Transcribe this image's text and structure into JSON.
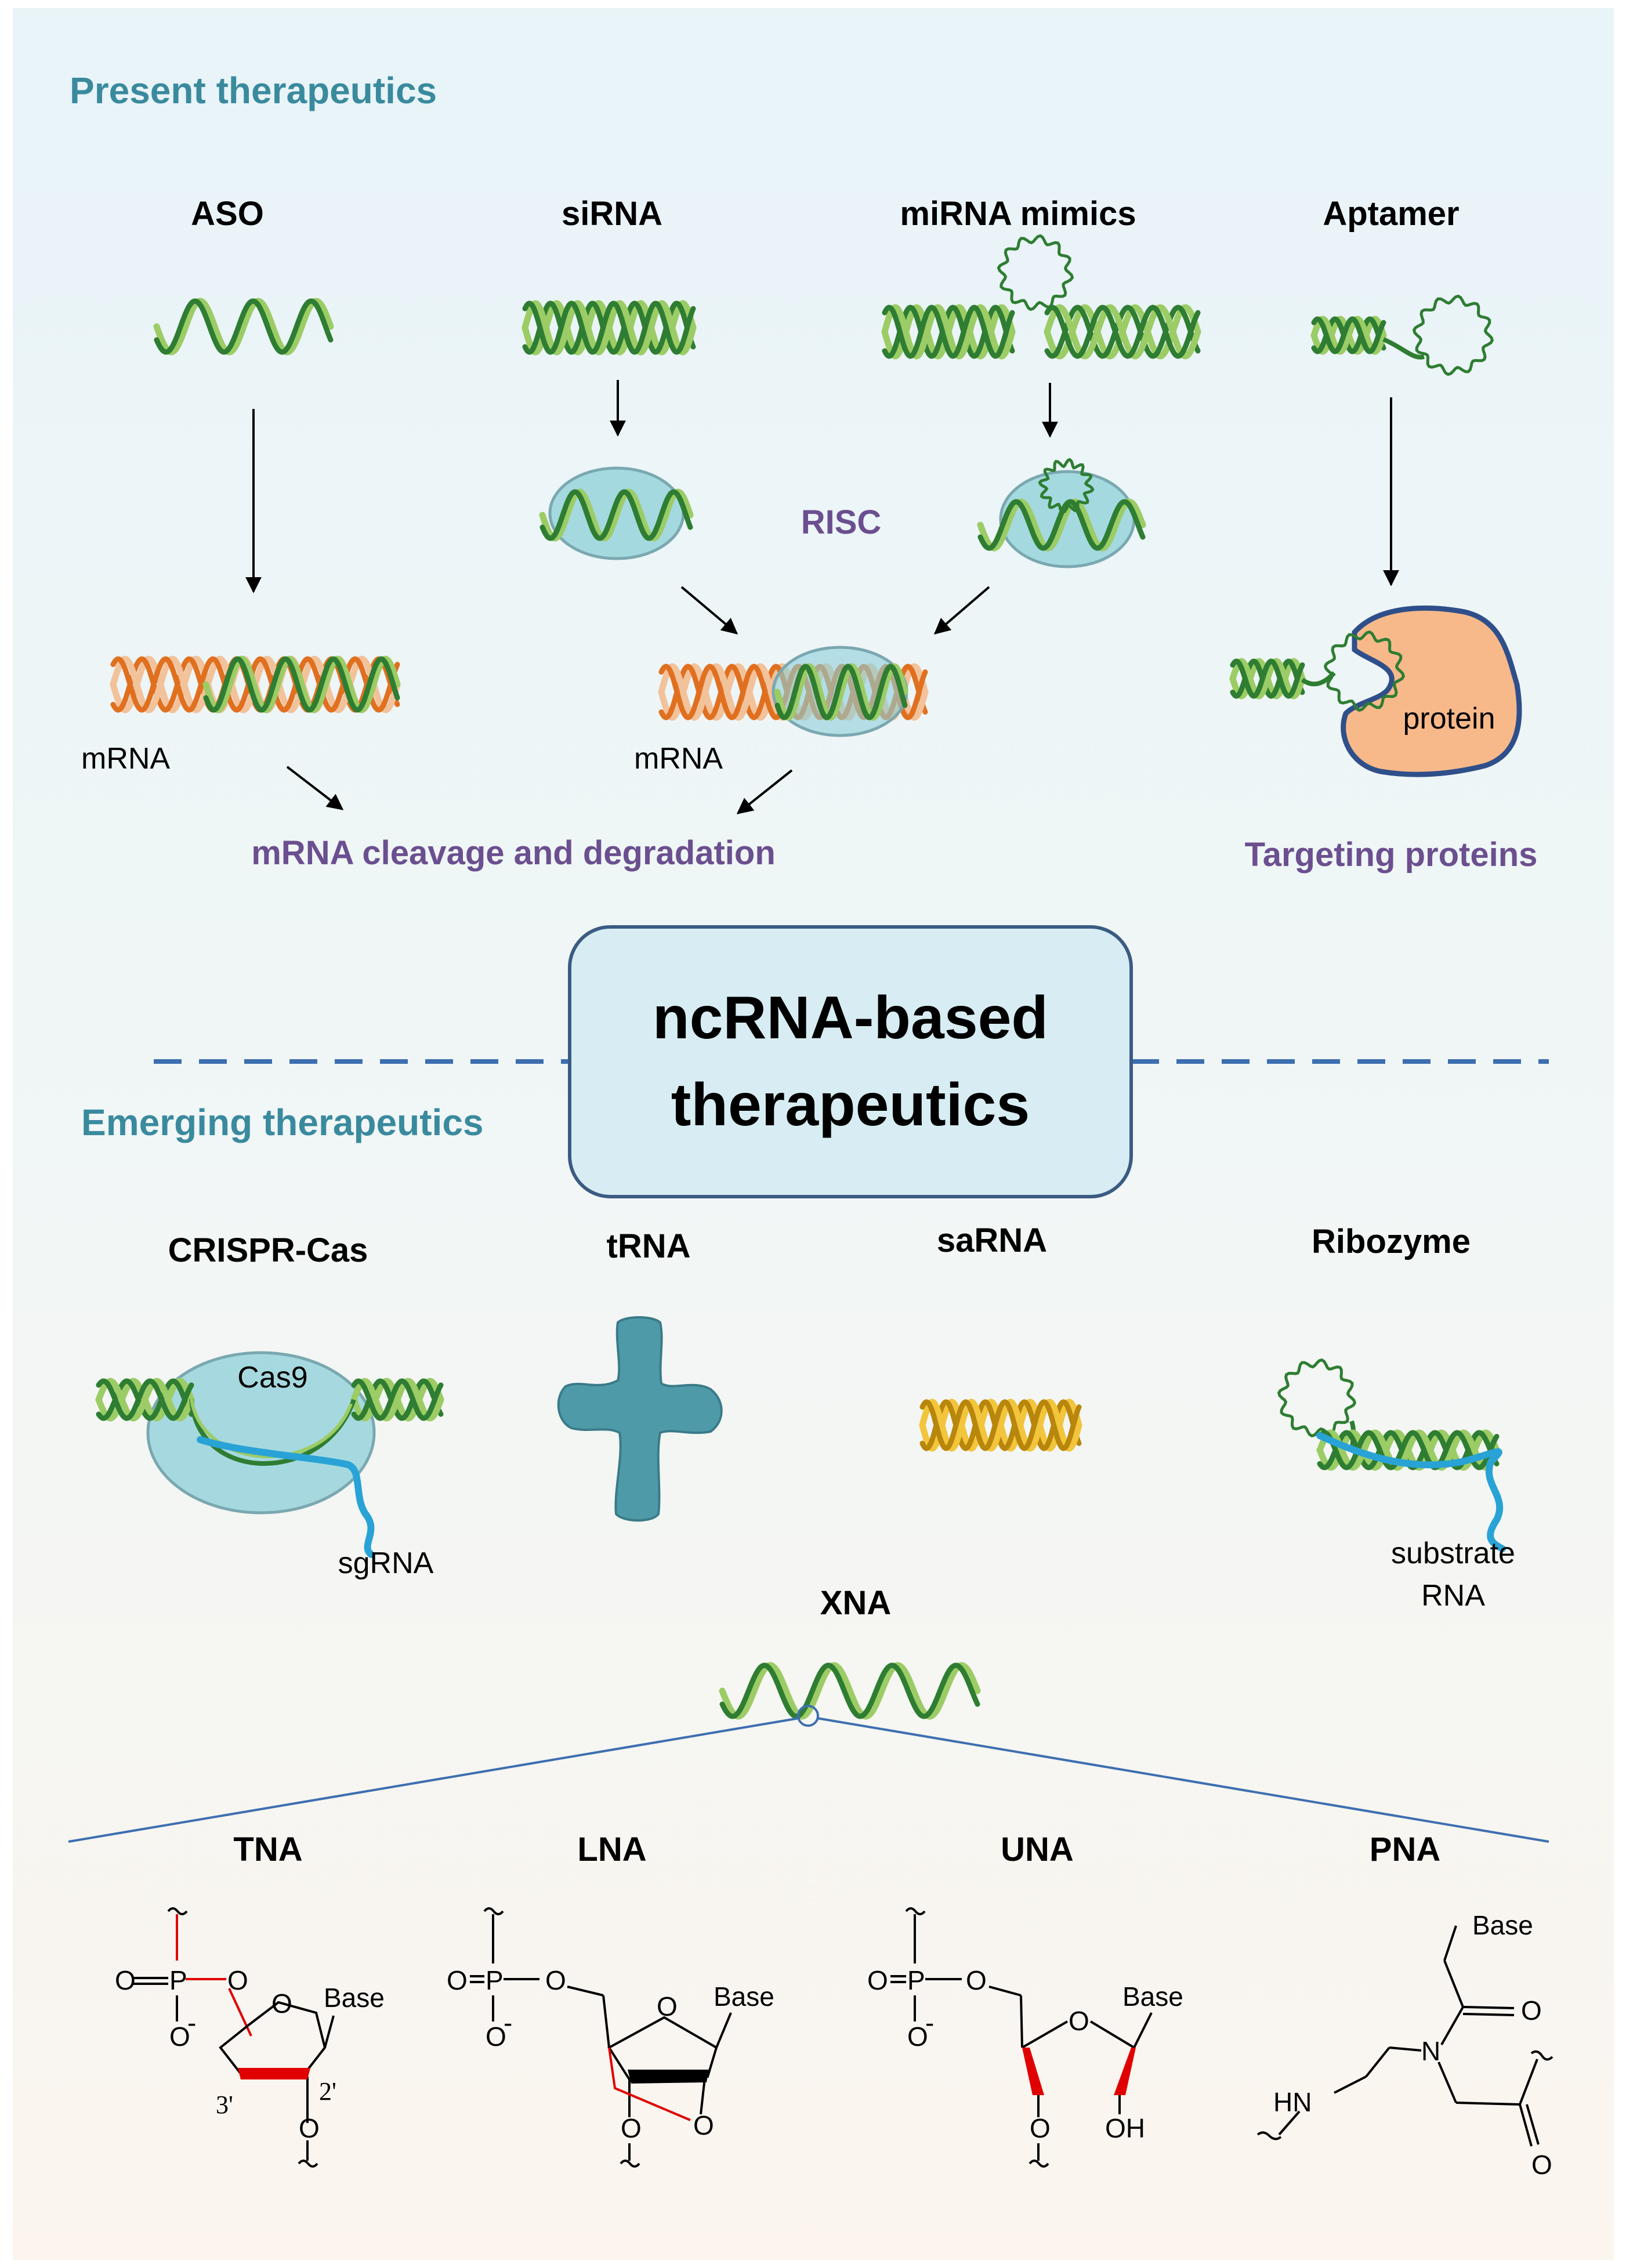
{
  "sections": {
    "present": "Present therapeutics",
    "emerging": "Emerging therapeutics"
  },
  "center": {
    "line1": "ncRNA-based",
    "line2": "therapeutics"
  },
  "present": {
    "aso": "ASO",
    "sirna": "siRNA",
    "mirna": "miRNA mimics",
    "aptamer": "Aptamer",
    "risc": "RISC",
    "mrna_left": "mRNA",
    "mrna_mid": "mRNA",
    "protein": "protein",
    "outcome_cleavage": "mRNA cleavage and degradation",
    "outcome_targeting": "Targeting proteins"
  },
  "emerging": {
    "crispr": "CRISPR-Cas",
    "cas9": "Cas9",
    "sgrna": "sgRNA",
    "trna": "tRNA",
    "sarna": "saRNA",
    "ribozyme": "Ribozyme",
    "substrate_line1": "substrate",
    "substrate_line2": "RNA",
    "xna": "XNA"
  },
  "xna_types": {
    "tna": "TNA",
    "lna": "LNA",
    "una": "UNA",
    "pna": "PNA"
  },
  "chem": {
    "base": "Base",
    "o": "O",
    "p": "P",
    "o_minus": "O",
    "minus": "-",
    "three_prime": "3'",
    "two_prime": "2'",
    "oh": "OH",
    "hn": "HN",
    "n": "N"
  },
  "colors": {
    "helix_dark": "#2e7d32",
    "helix_light": "#9ccc65",
    "mrna_orange": "#e07020",
    "mrna_light": "#f2c29a",
    "risc_fill": "#8ccfd8",
    "protein_fill": "#f8b98a",
    "protein_border": "#2f4f8a",
    "trna_fill": "#4f9aa8",
    "sarna_gold": "#d4a017",
    "sgrna_blue": "#29a3d6",
    "center_box_fill": "#d7edf3",
    "center_box_border": "#3b5b82",
    "divider_blue": "#3d6fb0",
    "bond_red": "#e00000"
  }
}
